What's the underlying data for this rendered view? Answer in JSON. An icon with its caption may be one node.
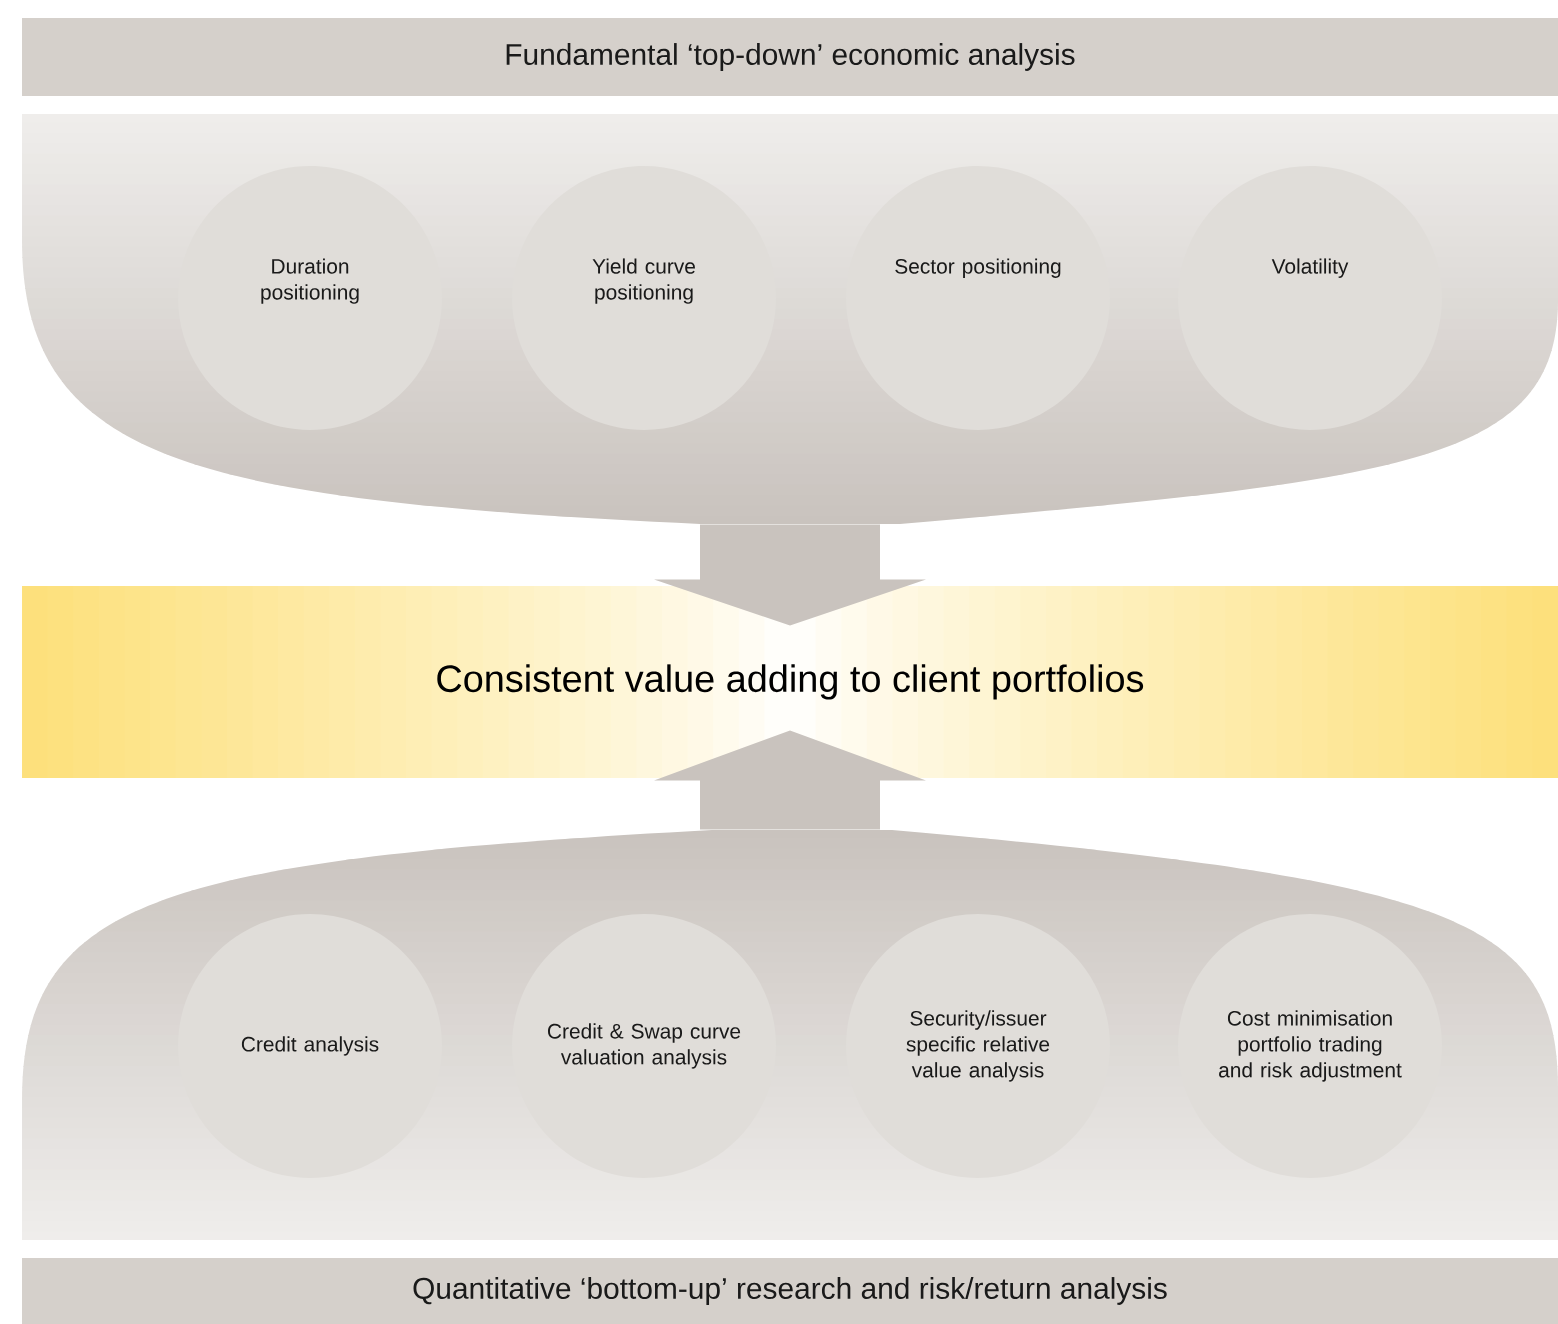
{
  "diagram": {
    "nodes": [
      {
        "text": [
          "Fundamental ‘top-down’ economic analysis"
        ]
      },
      {
        "text": [],
        "shape": "funnel"
      },
      {
        "text": [
          "Duration positioning"
        ],
        "in": 1
      },
      {
        "text": [
          "Yield curve positioning"
        ],
        "in": 1
      },
      {
        "text": [
          "Sector positioning"
        ],
        "in": 1
      },
      {
        "text": [
          "Volatility"
        ],
        "in": 1
      },
      {
        "text": [
          "Consistent value adding to client portfolios"
        ]
      },
      {
        "text": [],
        "shape": "funnel"
      },
      {
        "text": [
          "Credit analysis"
        ],
        "in": 7
      },
      {
        "text": [
          "Credit & Swap curve valuation analysis"
        ],
        "in": 7
      },
      {
        "text": [
          "Security/issuer specific relative value analysis"
        ],
        "in": 7
      },
      {
        "text": [
          "Cost minimisation portfolio trading and risk adjustment"
        ],
        "in": 7
      },
      {
        "text": [
          "Quantitative ‘bottom-up’ research and risk/return analysis"
        ]
      }
    ],
    "edges": [
      {
        "from": 1,
        "to": 6,
        "arrow": "to"
      },
      {
        "from": 7,
        "to": 6,
        "arrow": "to"
      }
    ]
  }
}
